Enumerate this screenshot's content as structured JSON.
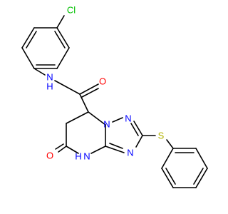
{
  "colors": {
    "bond": "#000000",
    "C": "#000000",
    "N": "#0000ff",
    "O": "#ff0000",
    "S": "#b3b300",
    "Cl": "#00c000",
    "background": "#ffffff"
  },
  "atoms": [
    {
      "id": "cl",
      "label": "Cl",
      "element": "Cl"
    },
    {
      "id": "n_amide",
      "label": "N",
      "element": "N"
    },
    {
      "id": "h_amide",
      "label": "H",
      "element": "N"
    },
    {
      "id": "o_amide",
      "label": "O",
      "element": "O"
    },
    {
      "id": "n_ring_top",
      "label": "N",
      "element": "N"
    },
    {
      "id": "n_ring_mid",
      "label": "N",
      "element": "N"
    },
    {
      "id": "n_triazole_low",
      "label": "N",
      "element": "N"
    },
    {
      "id": "s_thio",
      "label": "S",
      "element": "S"
    },
    {
      "id": "o_lactam",
      "label": "O",
      "element": "O"
    },
    {
      "id": "n_lactam",
      "label": "N",
      "element": "N"
    },
    {
      "id": "h_lactam",
      "label": "H",
      "element": "N"
    }
  ]
}
